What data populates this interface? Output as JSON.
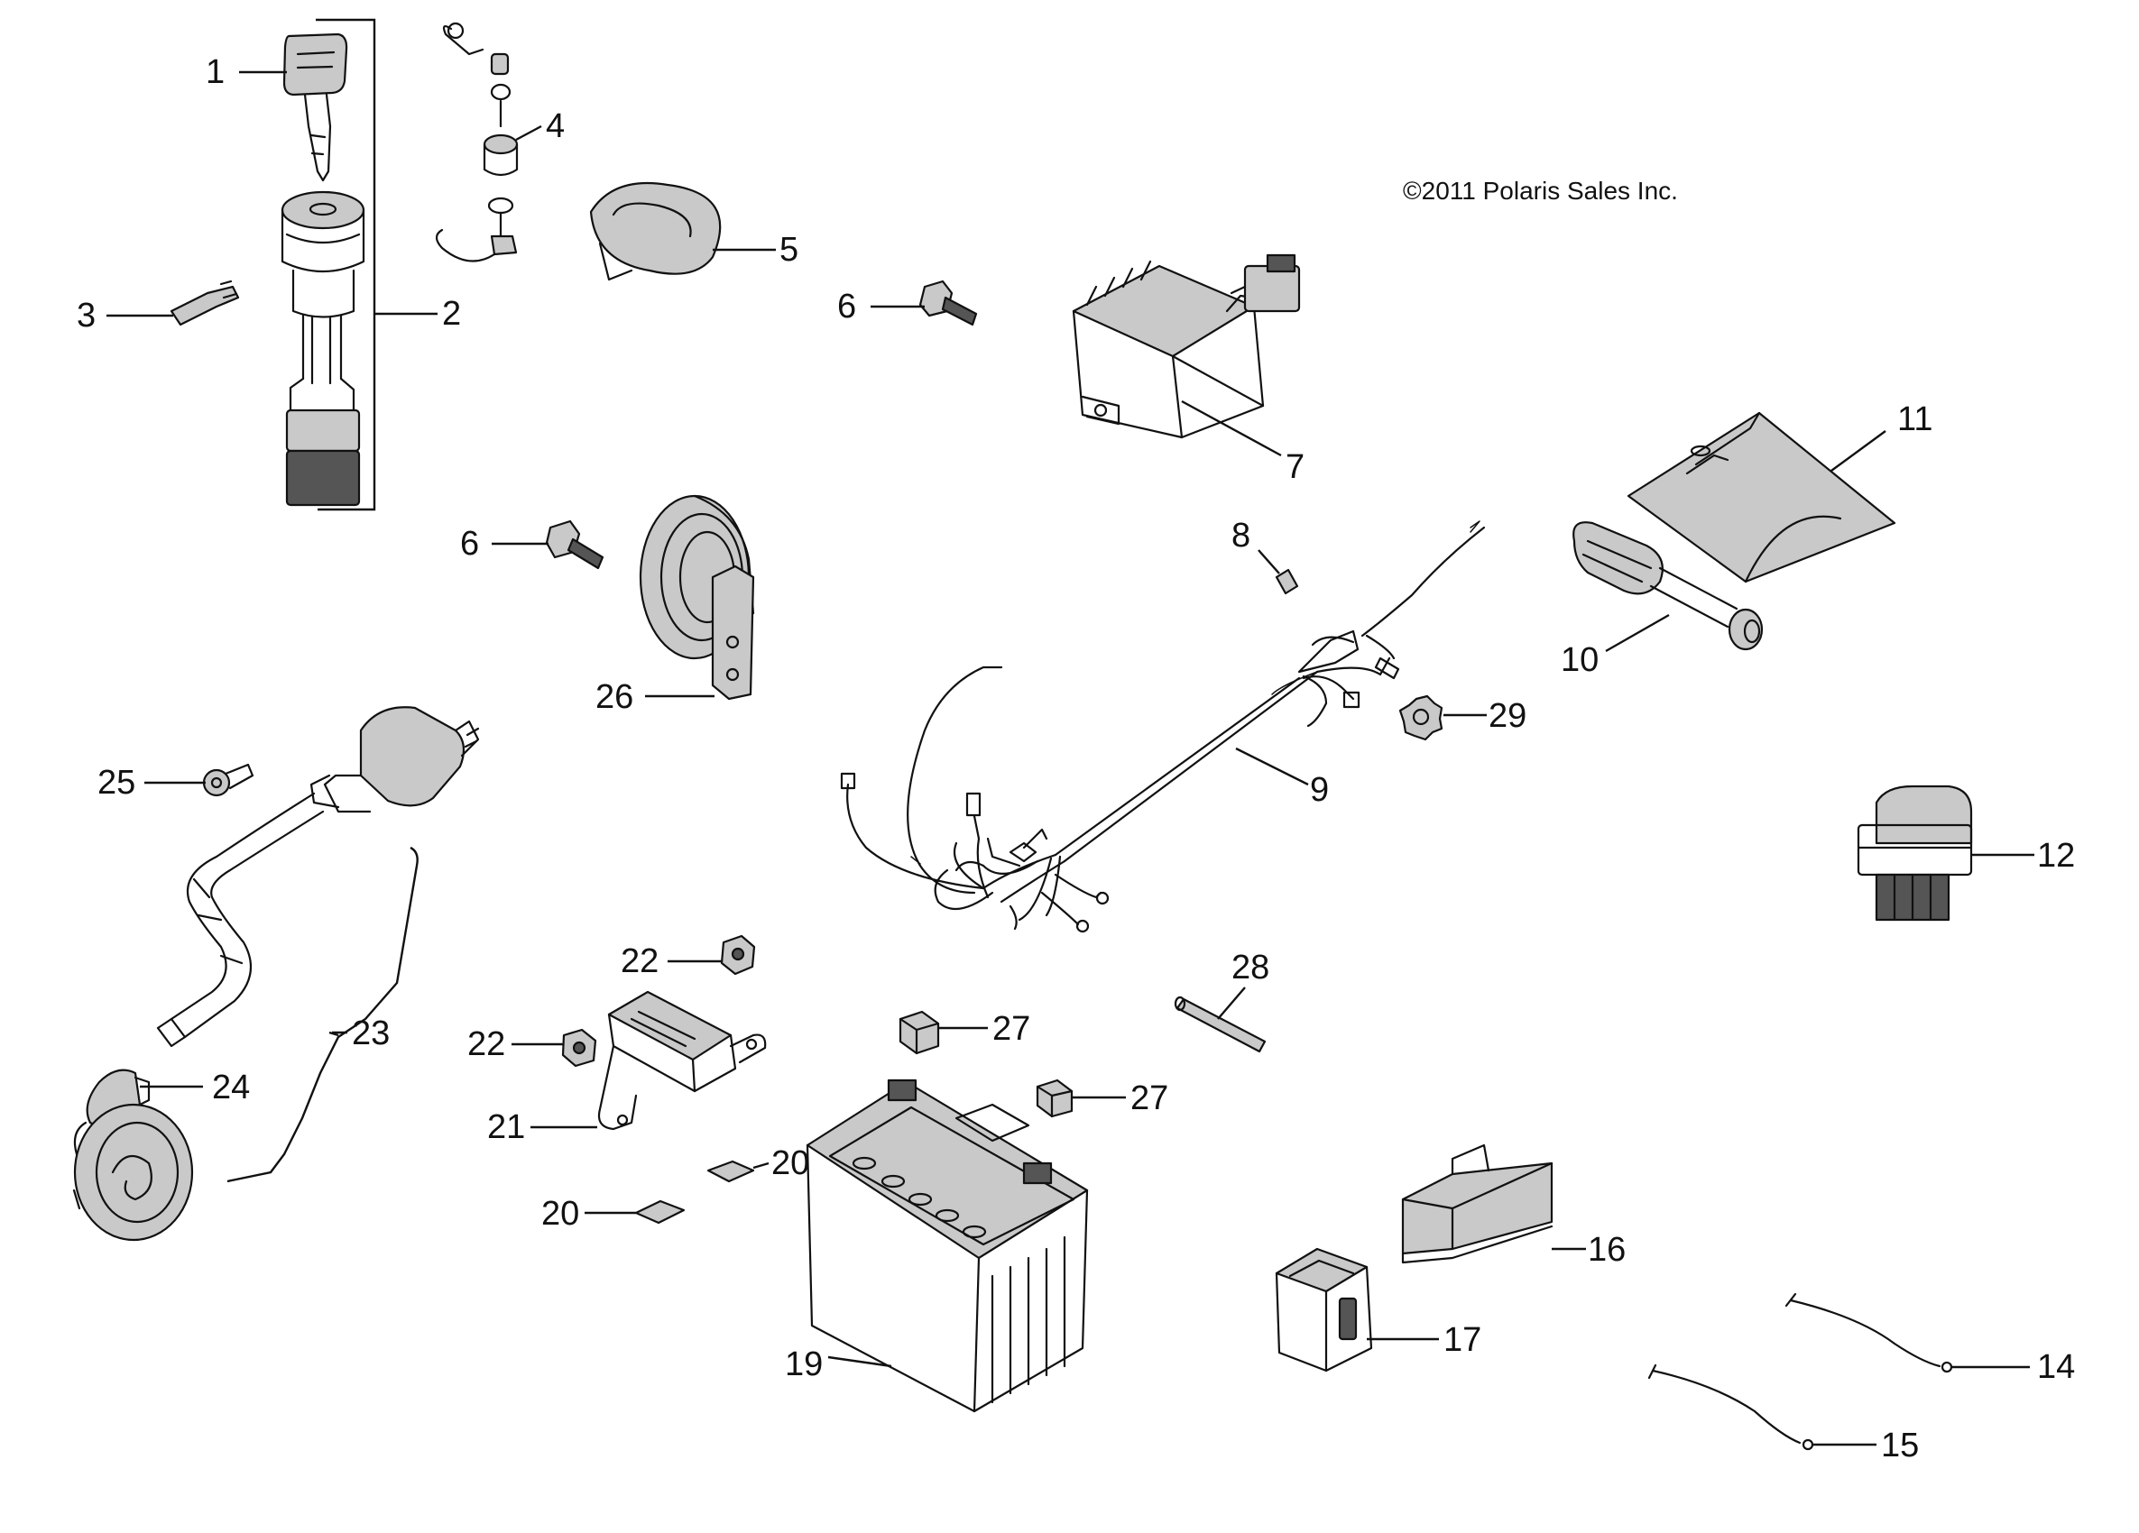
{
  "copyright": "©2011 Polaris Sales Inc.",
  "callouts": {
    "c1": "1",
    "c2": "2",
    "c3": "3",
    "c4": "4",
    "c5": "5",
    "c6a": "6",
    "c6b": "6",
    "c7": "7",
    "c8": "8",
    "c9": "9",
    "c10": "10",
    "c11": "11",
    "c12": "12",
    "c14": "14",
    "c15": "15",
    "c16": "16",
    "c17": "17",
    "c19": "19",
    "c20a": "20",
    "c20b": "20",
    "c21": "21",
    "c22a": "22",
    "c22b": "22",
    "c23": "23",
    "c24": "24",
    "c25": "25",
    "c26": "26",
    "c27a": "27",
    "c27b": "27",
    "c28": "28",
    "c29": "29"
  }
}
